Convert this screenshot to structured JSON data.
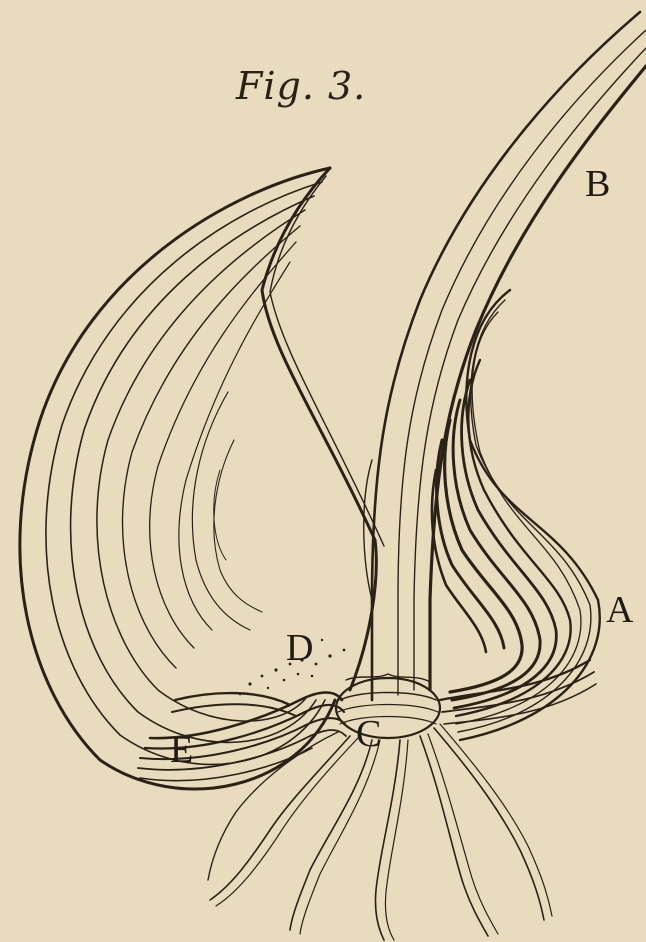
{
  "figure": {
    "caption": "Fig. 3.",
    "labels": {
      "a": "A",
      "b": "B",
      "c": "C",
      "d": "D",
      "e": "E"
    }
  },
  "colors": {
    "paper": "#e9dbbd",
    "ink": "#2a2216"
  }
}
